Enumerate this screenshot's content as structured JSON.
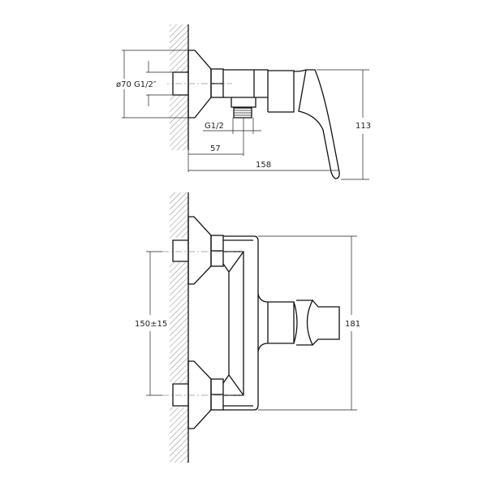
{
  "side_view": {
    "dim_diameter": "ø70 G1/2″",
    "dim_outlet_thread": "G1/2",
    "dim_outlet_distance": "57",
    "dim_depth": "158",
    "dim_height": "113"
  },
  "front_view": {
    "dim_centers": "150±15",
    "dim_width": "181"
  },
  "colors": {
    "line": "#111111",
    "background": "#ffffff"
  }
}
